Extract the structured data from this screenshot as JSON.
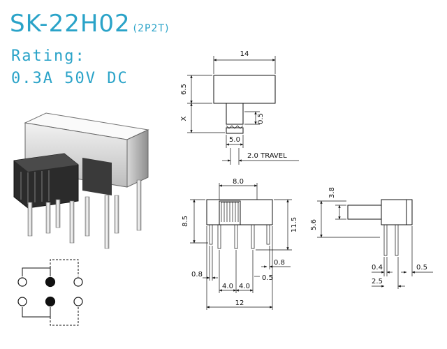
{
  "header": {
    "model": "SK-22H02",
    "configuration": "(2P2T)",
    "rating_label": "Rating:",
    "rating_value": "0.3A 50V DC"
  },
  "top_view": {
    "width": "14",
    "height": "6.5",
    "x_dim": "X",
    "actuator_offset": "0.5",
    "actuator_width": "5.0",
    "travel": "2.0 TRAVEL"
  },
  "front_view": {
    "top_span": "8.0",
    "height_left": "8.5",
    "height_right": "11.5",
    "pin_thickness": "0.8",
    "pin_offset": "0.8",
    "pin_pitch_1": "4.0",
    "pin_pitch_2": "4.0",
    "pin_right": "0.5",
    "overall": "12"
  },
  "side_view": {
    "knob_height": "3.8",
    "body_height": "5.6",
    "pin_thickness": "0.4",
    "pin_spacing": "2.5",
    "pin_offset": "0.5"
  },
  "colors": {
    "title": "#2aa3c8",
    "line": "#111111"
  }
}
